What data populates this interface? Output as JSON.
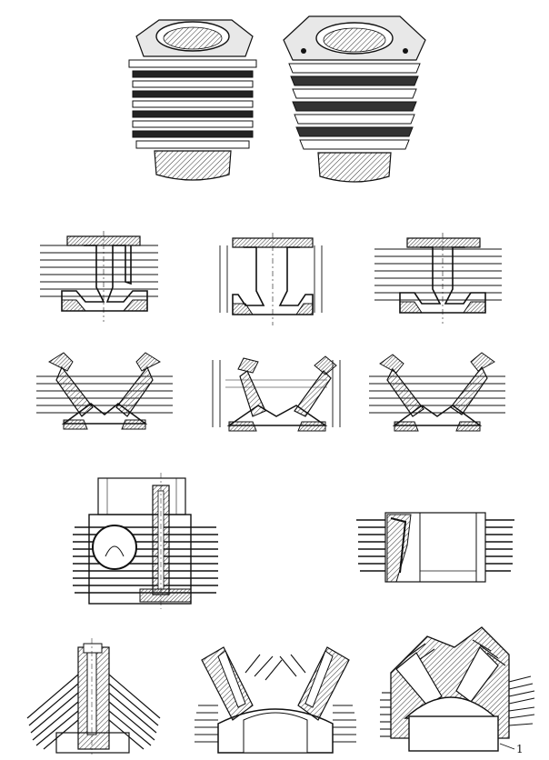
{
  "figures": [
    {
      "id": "cylinder-barrel-straight-fins",
      "kind": "perspective"
    },
    {
      "id": "cylinder-barrel-staggered-fins",
      "kind": "perspective"
    },
    {
      "id": "head-section-1",
      "kind": "section"
    },
    {
      "id": "head-section-2",
      "kind": "section"
    },
    {
      "id": "head-section-3",
      "kind": "section"
    },
    {
      "id": "v-valve-section-1",
      "kind": "section"
    },
    {
      "id": "v-valve-section-2",
      "kind": "section"
    },
    {
      "id": "v-valve-section-3",
      "kind": "section"
    },
    {
      "id": "air-cooled-head-side-valve",
      "kind": "section"
    },
    {
      "id": "air-cooled-barrel-half-section",
      "kind": "section"
    },
    {
      "id": "air-cooled-head-single-valve",
      "kind": "section"
    },
    {
      "id": "air-cooled-head-twin-valve",
      "kind": "section"
    },
    {
      "id": "air-cooled-head-hemispherical",
      "kind": "section"
    }
  ],
  "callouts": {
    "label_1": "1"
  },
  "colors": {
    "ink": "#1a1a1a",
    "paper": "#ffffff",
    "hatch": "#444444"
  }
}
